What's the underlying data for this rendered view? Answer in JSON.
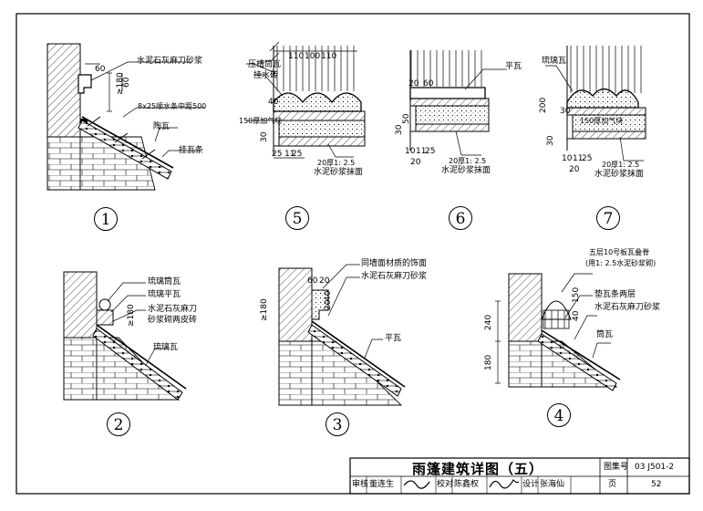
{
  "details": {
    "d1": {
      "number": "1",
      "label_mortar": "水泥石灰麻刀砂浆",
      "label_drip": "8x25顺水条中距500",
      "label_tile": "陶瓦",
      "label_batten": "挂瓦条",
      "dim_60a": "60",
      "dim_60b": "60",
      "dim_180": "≥180"
    },
    "d2": {
      "number": "2",
      "label_glazed_tube": "琉璃筒瓦",
      "label_glazed_flat": "琉璃平瓦",
      "label_mortar_1": "水泥石灰麻刀",
      "label_mortar_2": "砂浆砌两皮砖",
      "label_glazed_tile": "琉璃瓦",
      "dim_180": "≥180"
    },
    "d3": {
      "number": "3",
      "label_finish": "同墙面材质的饰面",
      "label_mortar": "水泥石灰麻刀砂浆",
      "label_flat": "平瓦",
      "dim_60": "60",
      "dim_20": "20",
      "dim_40": "40",
      "dim_20b": "20",
      "dim_180": "≥180"
    },
    "d4": {
      "number": "4",
      "label_ridge_1": "五层10号板瓦叠脊",
      "label_ridge_2": "(用1: 2.5水泥砂浆砌)",
      "label_layers": "垫瓦条两层",
      "label_mortar": "水泥石灰麻刀砂浆",
      "label_tube": "筒瓦",
      "dim_150": "150",
      "dim_240": "240",
      "dim_180": "180",
      "dim_40": "40"
    },
    "d5": {
      "number": "5",
      "label_tube": "压槽筒瓦",
      "label_brick": "挂水砖",
      "label_block": "150厚加气块",
      "label_mortar_1": "20厚1: 2.5",
      "label_mortar_2": "水泥砂浆抹面",
      "dim_110a": "110",
      "dim_100": "100",
      "dim_110b": "110",
      "dim_40": "40",
      "dim_30": "30",
      "dim_25": "25",
      "dim_11": "11",
      "dim_25b": "25"
    },
    "d6": {
      "number": "6",
      "label_flat": "平瓦",
      "label_mortar_1": "20厚1: 2.5",
      "label_mortar_2": "水泥砂浆抹面",
      "dim_20": "20",
      "dim_60": "60",
      "dim_30": "30",
      "dim_50": "50",
      "dim_10": "10",
      "dim_11": "11",
      "dim_25": "25",
      "dim_20b": "20"
    },
    "d7": {
      "number": "7",
      "label_glazed": "琉璃瓦",
      "label_block": "150厚加气块",
      "label_mortar_1": "20厚1: 2.5",
      "label_mortar_2": "水泥砂浆抹面",
      "dim_200": "200",
      "dim_30": "30",
      "dim_30b": "30",
      "dim_10": "10",
      "dim_11": "11",
      "dim_25": "25",
      "dim_20": "20"
    }
  },
  "title_block": {
    "title": "雨篷建筑详图（五）",
    "atlas_label": "图集号",
    "atlas_no": "03 J501-2",
    "review_label": "审核",
    "reviewer": "董连生",
    "check_label": "校对",
    "checker": "陈鑫权",
    "design_label": "设计",
    "designer": "张海仙",
    "page_label": "页",
    "page_no": "52"
  }
}
